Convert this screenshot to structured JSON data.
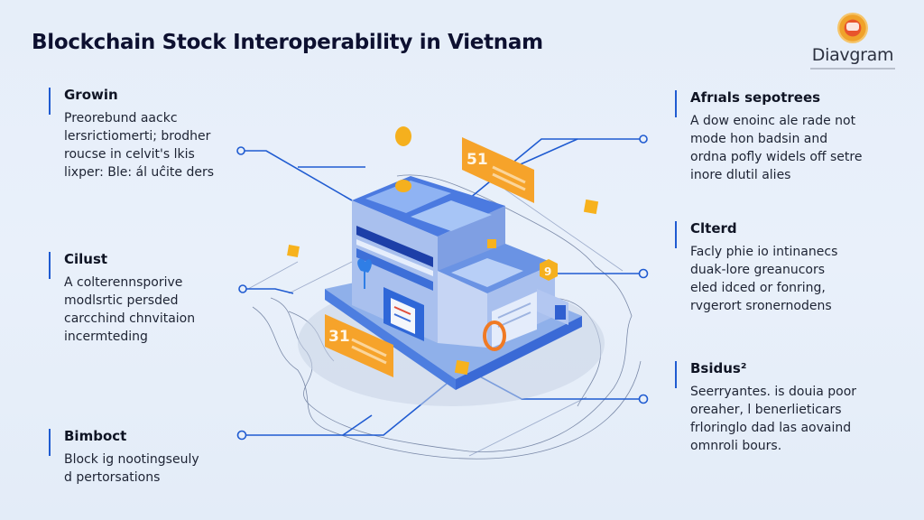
{
  "header": {
    "title": "Blockchain Stock Interoperability in Vietnam"
  },
  "logo": {
    "text": "Diavgram",
    "emblem_icon": "emblem-icon"
  },
  "colors": {
    "accent_blue": "#1f5bd1",
    "building_blue": "#3d6fd8",
    "orange": "#f5a623",
    "background": "#e8eff9",
    "text_dark": "#0d1030"
  },
  "left_blocks": [
    {
      "title": "Growin",
      "description": "Preorebund aackc\nlersrictiomerti; brodher\nroucse in celvit's lkis\nlixper: Ble: ál uĉite ders"
    },
    {
      "title": "Cilust",
      "description": "A colterennsporive\nmodlsrtic persded\ncarcchind chnvitaion\nincermteding"
    },
    {
      "title": "Bimboct",
      "description": "Block ig nootingseuly\nd pertorsations"
    }
  ],
  "right_blocks": [
    {
      "title": "Afrıals sepotrees",
      "description": "A dow enoinc ale rade not\nmode hon badsin and\nordna pofly widels off setre\ninore dlutil alies"
    },
    {
      "title": "Clterd",
      "description": "Facly phie io intinanecs\nduak-lore greanucors\neled idced or fonring,\nrvgerort sronernodens"
    },
    {
      "title": "Bsidus²",
      "description": "Seerryantes. is douia poor\noreaher, l benerlieticars\nfrloringlo dad las aovaind\nomnroli bours."
    }
  ],
  "illustration": {
    "badges": [
      {
        "label": "51"
      },
      {
        "label": "31"
      },
      {
        "label": "9"
      }
    ],
    "connector_icon": "connector-node-icon"
  }
}
